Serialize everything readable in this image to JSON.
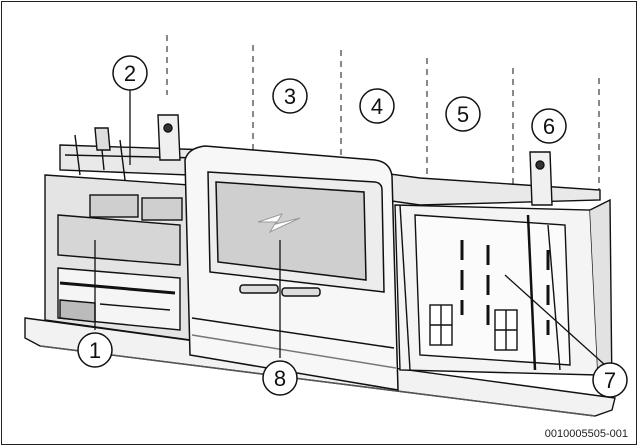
{
  "figure": {
    "document_code": "0010005505-001",
    "callouts": [
      {
        "label": "1"
      },
      {
        "label": "2"
      },
      {
        "label": "3"
      },
      {
        "label": "4"
      },
      {
        "label": "5"
      },
      {
        "label": "6"
      },
      {
        "label": "7"
      },
      {
        "label": "8"
      }
    ]
  }
}
